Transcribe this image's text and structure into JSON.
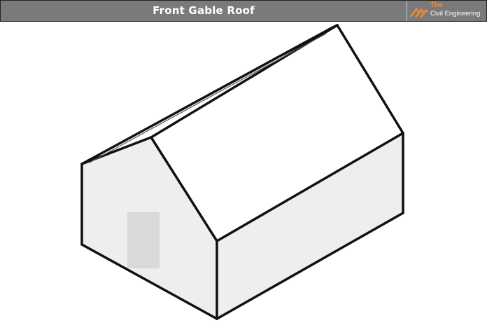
{
  "header": {
    "title": "Front Gable Roof",
    "background_color": "#7a7a7a"
  },
  "logo": {
    "line1": "The",
    "line2": "Civil Engineering",
    "accent_color": "#f28a2e",
    "icon": "roof-chevron-logo-icon"
  },
  "illustration": {
    "subject": "front-gable-roof-house",
    "wall_color": "#eeeeee",
    "roof_color": "#ffffff",
    "door_color": "#d9d9d9",
    "outline_color": "#111111"
  }
}
